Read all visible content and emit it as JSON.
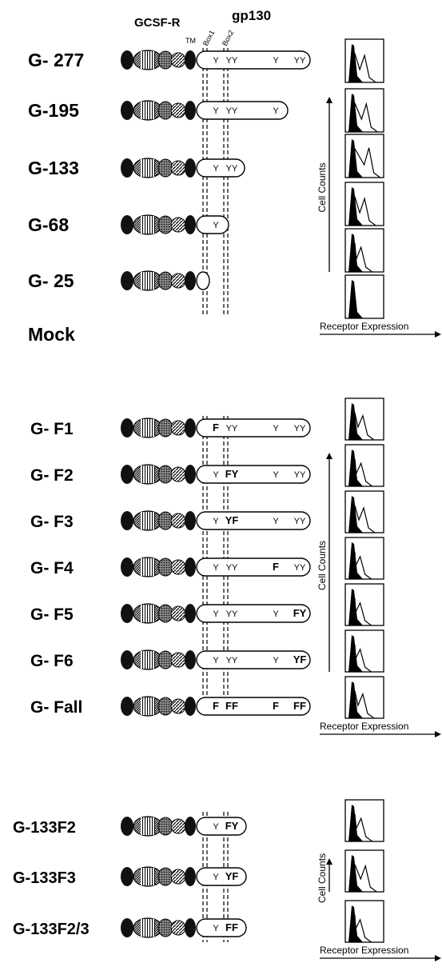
{
  "header": {
    "gcsfr": "GCSF-R",
    "gp130": "gp130",
    "tm": "TM",
    "box1": "Box1",
    "box2": "Box2"
  },
  "panels": [
    {
      "id": "deletion",
      "rows": [
        {
          "label": "G- 277",
          "tail_sites": [
            "Y",
            "YY",
            "Y",
            "YY"
          ],
          "tail_length": "long"
        },
        {
          "label": "G-195",
          "tail_sites": [
            "Y",
            "YY",
            "Y"
          ],
          "tail_length": "medium"
        },
        {
          "label": "G-133",
          "tail_sites": [
            "Y",
            "YY"
          ],
          "tail_length": "short"
        },
        {
          "label": "G-68",
          "tail_sites": [
            "Y"
          ],
          "tail_length": "tiny"
        },
        {
          "label": "G- 25",
          "tail_sites": [],
          "tail_length": "none"
        },
        {
          "label": "Mock",
          "tail_sites": null,
          "tail_length": "absent"
        }
      ],
      "cell_counts": "Cell Counts",
      "receptor_expression": "Receptor Expression"
    },
    {
      "id": "point-mutants",
      "rows": [
        {
          "label": "G- F1",
          "tail_sites": [
            "F",
            "YY",
            "Y",
            "YY"
          ]
        },
        {
          "label": "G- F2",
          "tail_sites": [
            "Y",
            "FY",
            "Y",
            "YY"
          ]
        },
        {
          "label": "G- F3",
          "tail_sites": [
            "Y",
            "YF",
            "Y",
            "YY"
          ]
        },
        {
          "label": "G- F4",
          "tail_sites": [
            "Y",
            "YY",
            "F",
            "YY"
          ]
        },
        {
          "label": "G- F5",
          "tail_sites": [
            "Y",
            "YY",
            "Y",
            "FY"
          ]
        },
        {
          "label": "G- F6",
          "tail_sites": [
            "Y",
            "YY",
            "Y",
            "YF"
          ]
        },
        {
          "label": "G- Fall",
          "tail_sites": [
            "F",
            "FF",
            "F",
            "FF"
          ]
        }
      ],
      "cell_counts": "Cell Counts",
      "receptor_expression": "Receptor Expression"
    },
    {
      "id": "g133-mutants",
      "rows": [
        {
          "label": "G-133F2",
          "tail_sites": [
            "Y",
            "FY"
          ]
        },
        {
          "label": "G-133F3",
          "tail_sites": [
            "Y",
            "YF"
          ]
        },
        {
          "label": "G-133F2/3",
          "tail_sites": [
            "Y",
            "FF"
          ]
        }
      ],
      "cell_counts": "Cell Counts",
      "receptor_expression": "Receptor Expression"
    }
  ],
  "histogram_levels": {
    "deletion": [
      0.55,
      0.65,
      0.8,
      0.55,
      0.35,
      0.0
    ],
    "point-mutants": [
      0.45,
      0.35,
      0.5,
      0.3,
      0.3,
      0.3,
      0.45
    ],
    "g133-mutants": [
      0.35,
      0.6,
      0.3
    ]
  }
}
